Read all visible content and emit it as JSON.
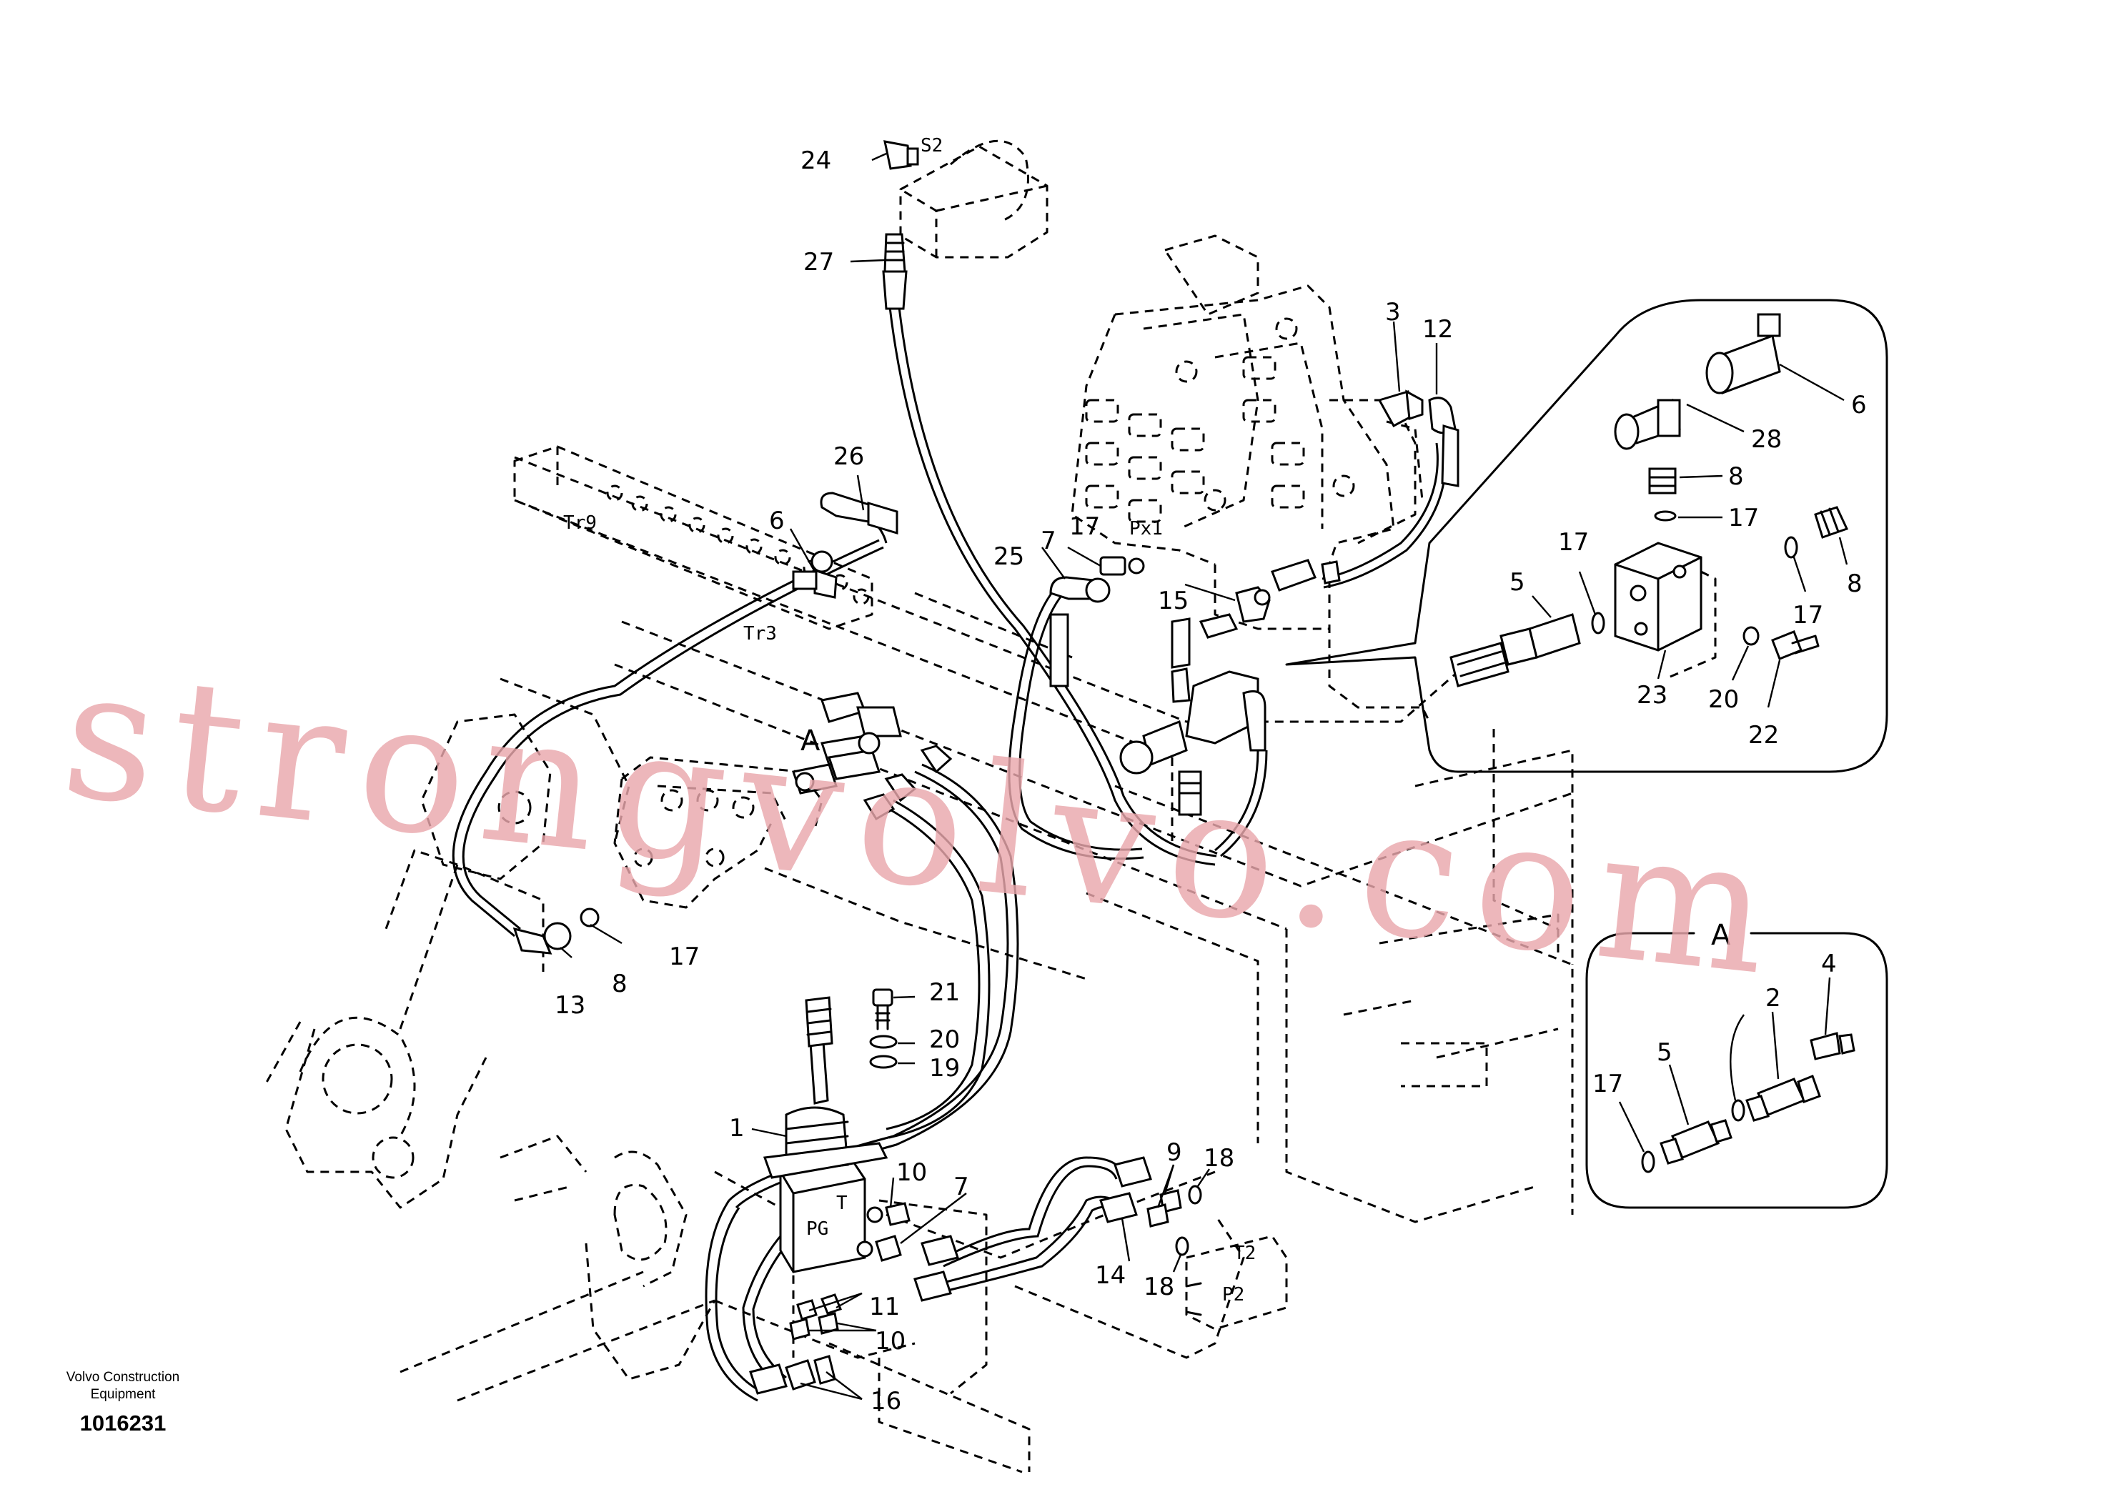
{
  "callouts": {
    "n1": "1",
    "n2": "2",
    "n3": "3",
    "n4": "4",
    "n5": "5",
    "n6": "6",
    "n7": "7",
    "n8": "8",
    "n9": "9",
    "n10": "10",
    "n11": "11",
    "n12": "12",
    "n13": "13",
    "n14": "14",
    "n15": "15",
    "n16": "16",
    "n17": "17",
    "n18": "18",
    "n19": "19",
    "n20": "20",
    "n21": "21",
    "n22": "22",
    "n23": "23",
    "n24": "24",
    "n25": "25",
    "n26": "26",
    "n27": "27",
    "n28": "28"
  },
  "ports": {
    "s2": "S2",
    "tr9": "Tr9",
    "tr3": "Tr3",
    "px1": "Px1",
    "pg": "PG",
    "t": "T",
    "t2": "T2",
    "p2": "P2"
  },
  "detail_label": "A",
  "watermark": "strongvolvo.com",
  "footer": {
    "manufacturer": "Volvo Construction Equipment",
    "document_number": "1016231"
  }
}
